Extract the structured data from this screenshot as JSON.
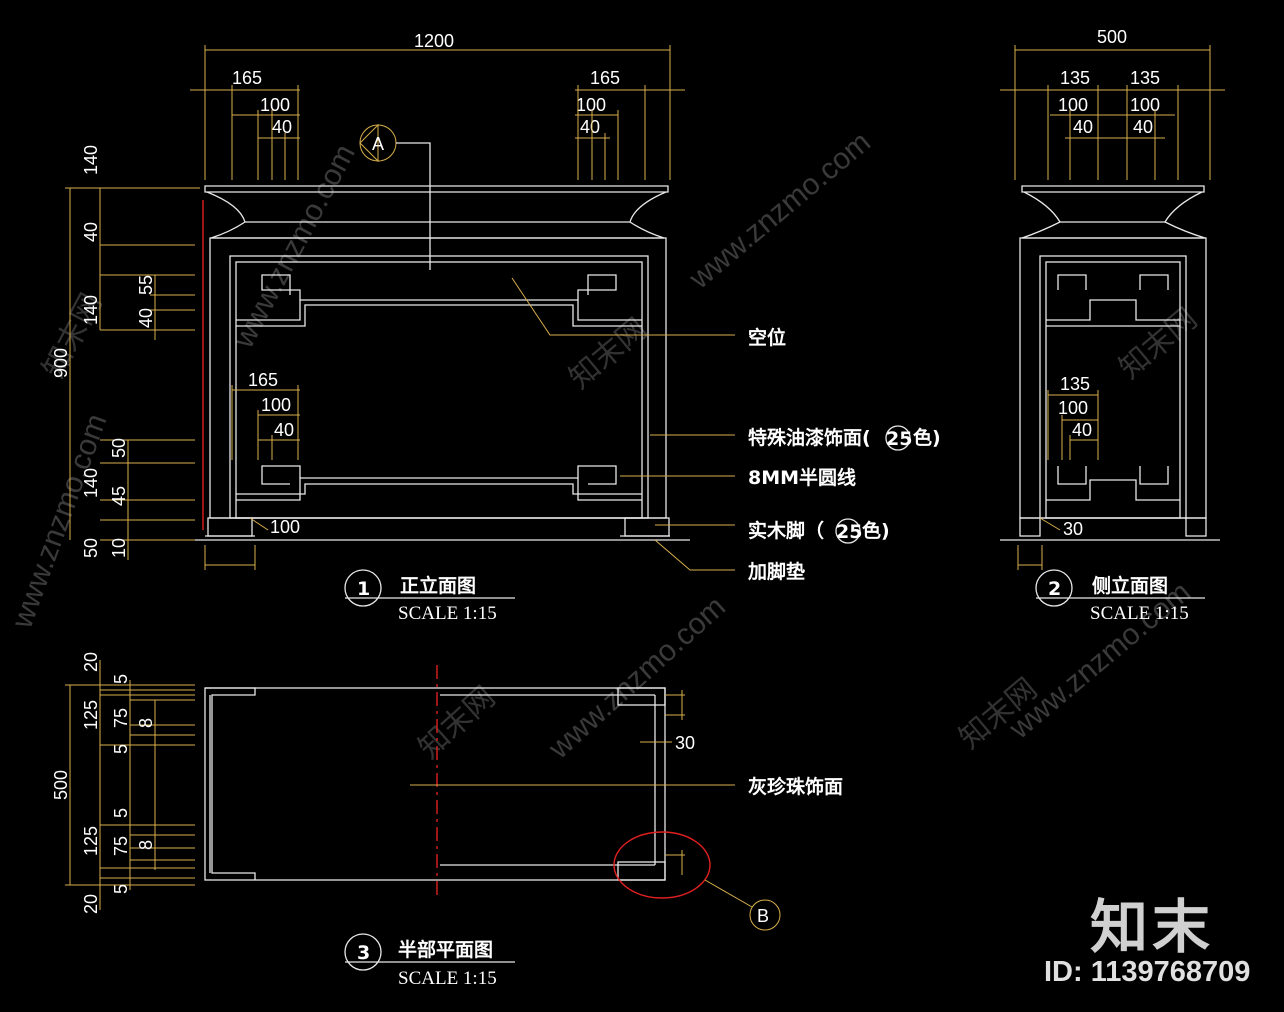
{
  "front_elevation": {
    "title_no": "1",
    "title": "正立面图",
    "scale": "SCALE 1:15",
    "dims_top": {
      "overall": "1200",
      "left": [
        "165",
        "100",
        "40"
      ],
      "right": [
        "165",
        "100",
        "40"
      ]
    },
    "dims_left": [
      "140",
      "40",
      "140",
      "55",
      "40",
      "900",
      "50",
      "140",
      "45",
      "50",
      "10"
    ],
    "dims_inner": [
      "165",
      "100",
      "40"
    ],
    "foot_dim": "100",
    "section_mark": "A",
    "notes": [
      "空位",
      "特殊油漆饰面(",
      "25",
      "色)",
      "8MM半圆线",
      "实木脚（",
      "25",
      "色)",
      "加脚垫"
    ]
  },
  "side_elevation": {
    "title_no": "2",
    "title": "侧立面图",
    "scale": "SCALE 1:15",
    "dims_top": {
      "overall": "500",
      "left": [
        "135",
        "100",
        "40"
      ],
      "right": [
        "135",
        "100",
        "40"
      ]
    },
    "dims_inner": [
      "135",
      "100",
      "40"
    ],
    "foot_dim": "30"
  },
  "half_plan": {
    "title_no": "3",
    "title": "半部平面图",
    "scale": "SCALE 1:15",
    "dims_left": [
      "20",
      "5",
      "125",
      "75",
      "8",
      "5",
      "500",
      "5",
      "125",
      "75",
      "8",
      "5",
      "20"
    ],
    "right_dim": "30",
    "note": "灰珍珠饰面",
    "detail_mark": "B"
  },
  "watermark": {
    "text": "www.znzmo.com",
    "cn": "知末网",
    "brand": "知末",
    "id": "ID: 1139768709"
  },
  "colors": {
    "background": "#000000",
    "dimension": "#d8b04c",
    "outline": "#e8e8e8",
    "detail_circle": "#e02020"
  }
}
